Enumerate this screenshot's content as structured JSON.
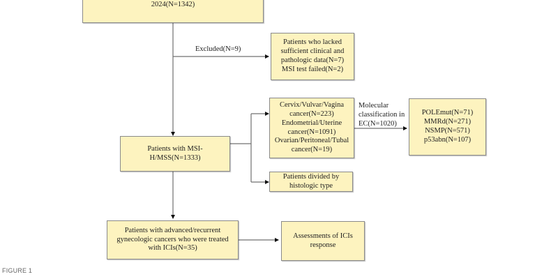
{
  "figure_label": "FIGURE 1",
  "colors": {
    "box_fill": "#fdf3bf",
    "box_border": "#8a8a8a",
    "line": "#707070",
    "arrowhead": "#111111"
  },
  "nodes": {
    "enrolled": {
      "text": "2024(N=1342)"
    },
    "excluded_detail": {
      "text": "Patients who lacked\nsufficient clinical and\npathologic data(N=7)\nMSI test failed(N=2)"
    },
    "msi_mss": {
      "text": "Patients with MSI-\nH/MSS(N=1333)"
    },
    "cancer_types": {
      "text": "Cervix/Vulvar/Vagina\ncancer(N=223)\nEndometrial/Uterine\ncancer(N=1091)\nOvarian/Peritoneal/Tubal\ncancer(N=19)"
    },
    "molecular": {
      "text": "POLEmut(N=71)\nMMRd(N=271)\nNSMP(N=571)\np53abn(N=107)"
    },
    "histologic": {
      "text": "Patients divided by\nhistologic type"
    },
    "ici_treated": {
      "text": "Patients with advanced/recurrent\ngynecologic cancers who were treated\nwith ICIs(N=35)"
    },
    "ici_response": {
      "text": "Assessments of ICIs\nresponse"
    }
  },
  "edge_labels": {
    "excluded": "Excluded(N=9)",
    "molecular_classification": "Molecular\nclassification in\nEC(N=1020)"
  }
}
